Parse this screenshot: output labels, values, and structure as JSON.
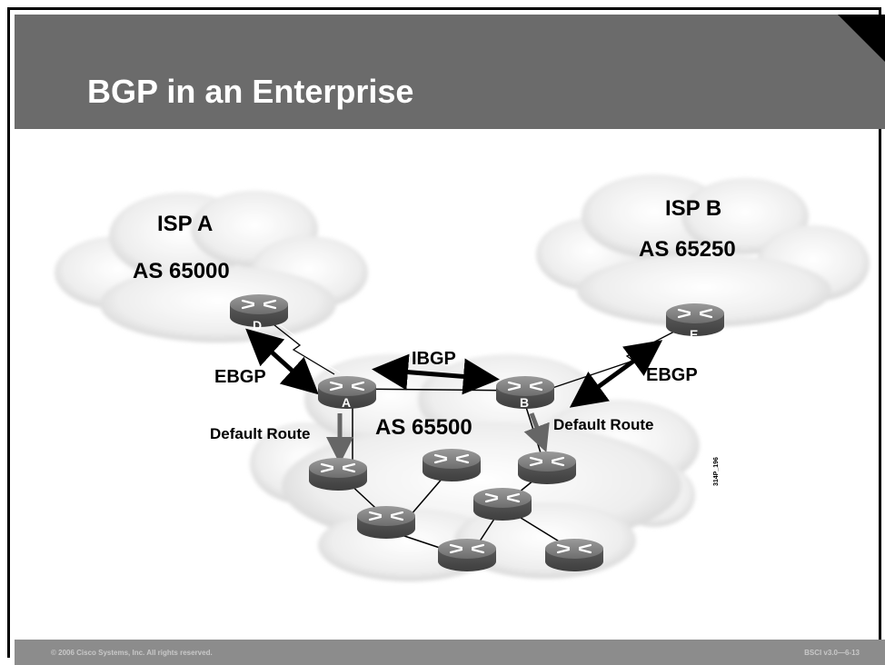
{
  "slide": {
    "title": "BGP in an Enterprise",
    "footer_left": "© 2006 Cisco Systems, Inc. All rights reserved.",
    "footer_right": "BSCI v3.0—6-13",
    "figure_code": "314P_196"
  },
  "diagram": {
    "clouds": [
      {
        "id": "isp_a",
        "name": "ISP A",
        "as": "AS 65000"
      },
      {
        "id": "isp_b",
        "name": "ISP B",
        "as": "AS 65250"
      },
      {
        "id": "enterprise",
        "as": "AS 65500"
      }
    ],
    "routers": [
      {
        "id": "D",
        "label": "D"
      },
      {
        "id": "E",
        "label": "E"
      },
      {
        "id": "A",
        "label": "A"
      },
      {
        "id": "B",
        "label": "B"
      }
    ],
    "sessions": [
      {
        "id": "ebgp_a",
        "label": "EBGP"
      },
      {
        "id": "ebgp_b",
        "label": "EBGP"
      },
      {
        "id": "ibgp",
        "label": "IBGP"
      }
    ],
    "default_routes": [
      {
        "id": "default_a",
        "label": "Default Route"
      },
      {
        "id": "default_b",
        "label": "Default Route"
      }
    ]
  },
  "colors": {
    "header": "#6b6b6b",
    "footer": "#8c8c8c",
    "router": "#5e5e5e",
    "cloud": "#ececec"
  }
}
